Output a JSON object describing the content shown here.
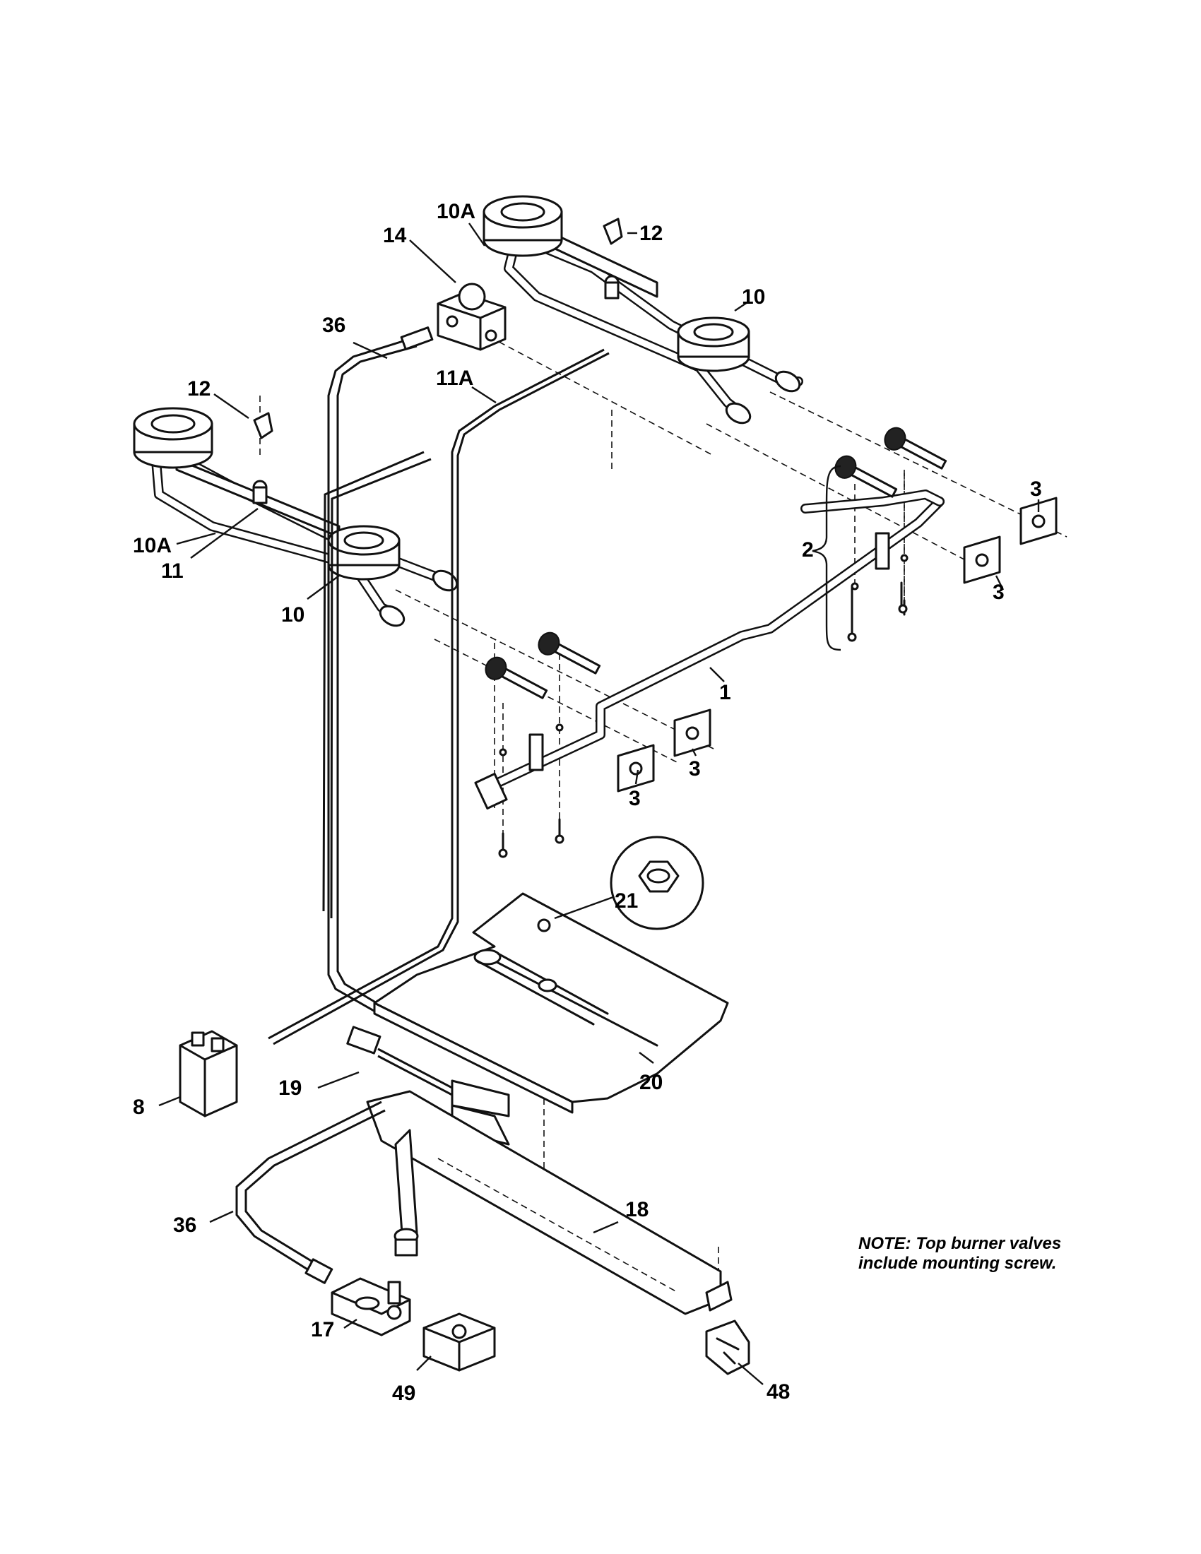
{
  "callouts": [
    {
      "id": "c-10a-top",
      "label": "10A"
    },
    {
      "id": "c-12-top",
      "label": "12"
    },
    {
      "id": "c-14",
      "label": "14"
    },
    {
      "id": "c-10-top",
      "label": "10"
    },
    {
      "id": "c-36-top",
      "label": "36"
    },
    {
      "id": "c-11a",
      "label": "11A"
    },
    {
      "id": "c-12-left",
      "label": "12"
    },
    {
      "id": "c-3-a",
      "label": "3"
    },
    {
      "id": "c-2",
      "label": "2"
    },
    {
      "id": "c-3-b",
      "label": "3"
    },
    {
      "id": "c-10a-left",
      "label": "10A"
    },
    {
      "id": "c-11",
      "label": "11"
    },
    {
      "id": "c-10-left",
      "label": "10"
    },
    {
      "id": "c-1",
      "label": "1"
    },
    {
      "id": "c-3-c",
      "label": "3"
    },
    {
      "id": "c-3-d",
      "label": "3"
    },
    {
      "id": "c-21",
      "label": "21"
    },
    {
      "id": "c-8",
      "label": "8"
    },
    {
      "id": "c-19",
      "label": "19"
    },
    {
      "id": "c-20",
      "label": "20"
    },
    {
      "id": "c-36-bottom",
      "label": "36"
    },
    {
      "id": "c-18",
      "label": "18"
    },
    {
      "id": "c-17",
      "label": "17"
    },
    {
      "id": "c-49",
      "label": "49"
    },
    {
      "id": "c-48",
      "label": "48"
    }
  ],
  "note": {
    "line1": "NOTE: Top burner valves",
    "line2": "include mounting screw."
  }
}
